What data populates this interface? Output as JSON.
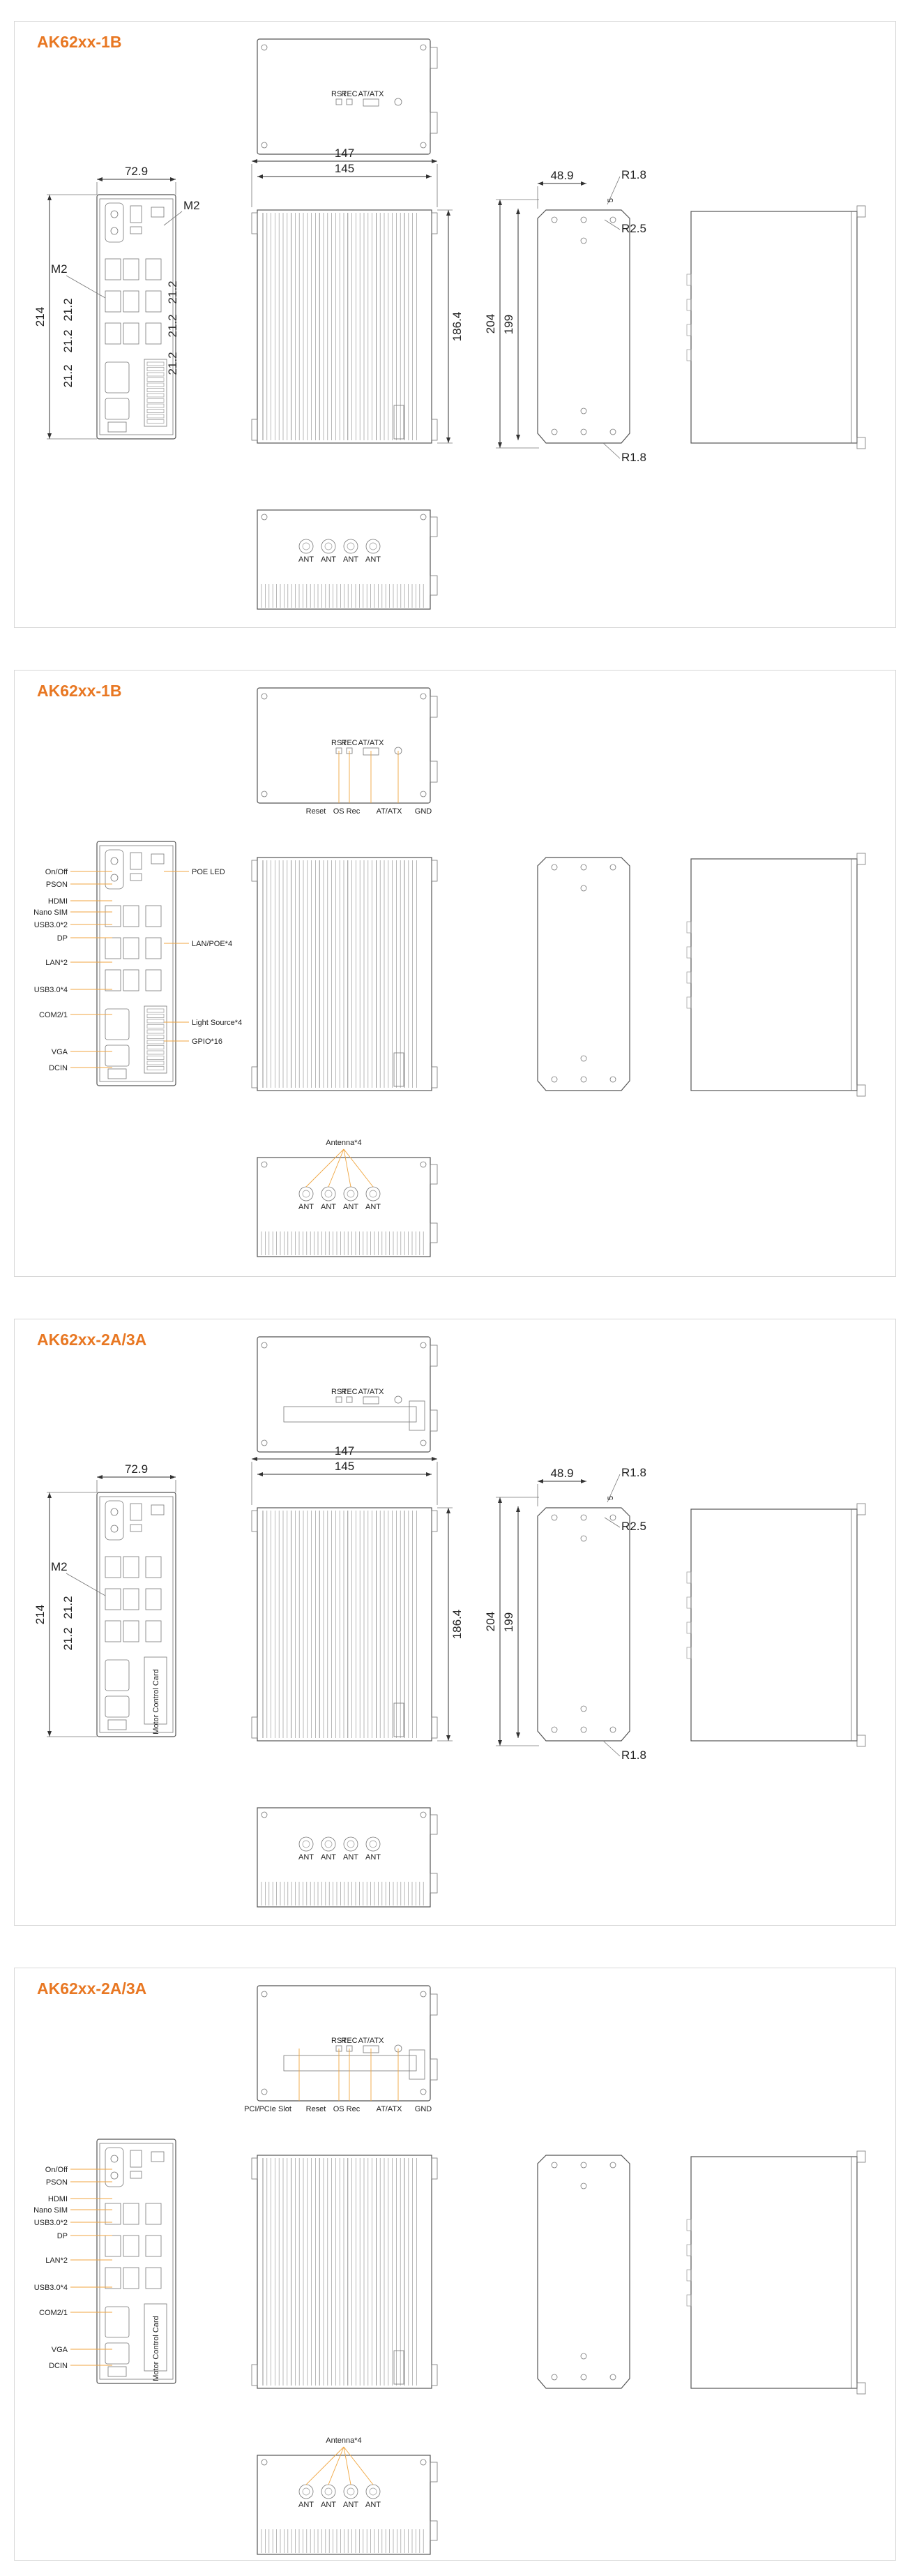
{
  "panels": [
    {
      "title": "AK62xx-1B",
      "variant": "1B",
      "view": "dimensions",
      "dimensions": {
        "width_top": "72.9",
        "height_left": "214",
        "m2_upper": "M2",
        "m2_lower": "M2",
        "pitch_labels": [
          "21.2",
          "21.2",
          "21.2",
          "21.2",
          "21.2",
          "21.2"
        ],
        "front_width_outer": "147",
        "front_width_inner": "145",
        "front_height": "186.4",
        "side_width": "48.9",
        "side_height_outer": "204",
        "side_height_inner": "199",
        "radius_top": "R1.8",
        "radius_mid": "R2.5",
        "radius_bottom": "R1.8",
        "small_dim": "5"
      }
    },
    {
      "title": "AK62xx-1B",
      "variant": "1B",
      "view": "io",
      "io": {
        "top_labels": [
          "Reset",
          "OS Rec",
          "AT/ATX",
          "GND"
        ],
        "left_labels": [
          "On/Off",
          "PSON",
          "HDMI",
          "Nano SIM",
          "USB3.0*2",
          "DP",
          "LAN*2",
          "USB3.0*4",
          "COM2/1",
          "VGA",
          "DCIN"
        ],
        "right_labels": [
          "POE LED",
          "LAN/POE*4",
          "Light Source*4",
          "GPIO*16"
        ],
        "bottom_label": "Antenna*4"
      }
    },
    {
      "title": "AK62xx-2A/3A",
      "variant": "2A3A",
      "view": "dimensions",
      "dimensions": {
        "width_top": "72.9",
        "height_left": "214",
        "m2_upper": "",
        "m2_lower": "M2",
        "pitch_labels": [
          "21.2",
          "21.2"
        ],
        "front_width_outer": "147",
        "front_width_inner": "145",
        "front_height": "186.4",
        "side_width": "48.9",
        "side_height_outer": "204",
        "side_height_inner": "199",
        "radius_top": "R1.8",
        "radius_mid": "R2.5",
        "radius_bottom": "R1.8",
        "small_dim": "5"
      }
    },
    {
      "title": "AK62xx-2A/3A",
      "variant": "2A3A",
      "view": "io",
      "io": {
        "top_labels": [
          "PCI/PCIe Slot",
          "Reset",
          "OS Rec",
          "AT/ATX",
          "GND"
        ],
        "left_labels": [
          "On/Off",
          "PSON",
          "HDMI",
          "Nano SIM",
          "USB3.0*2",
          "DP",
          "LAN*2",
          "USB3.0*4",
          "COM2/1",
          "VGA",
          "DCIN"
        ],
        "right_labels": [],
        "bottom_label": "Antenna*4"
      }
    }
  ],
  "colors": {
    "title": "#e87722",
    "leader": "#f0a640",
    "line": "#555555",
    "border": "#d7d7d7"
  }
}
